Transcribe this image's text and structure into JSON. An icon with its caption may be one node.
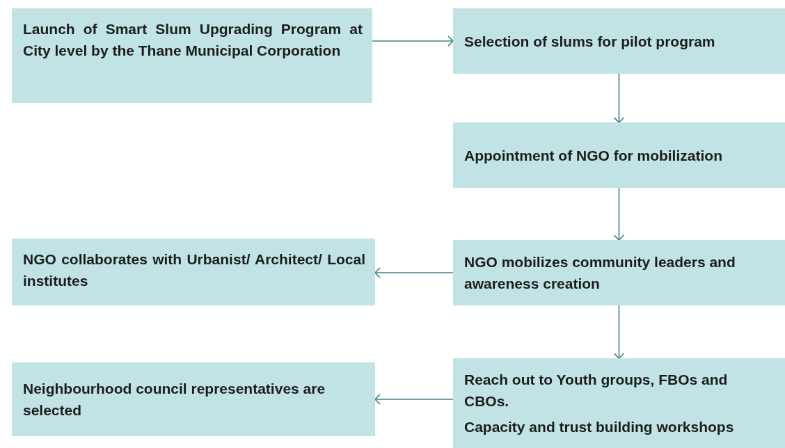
{
  "diagram": {
    "nodes": [
      {
        "text": [
          "Launch of Smart Slum Upgrading Program at City level by the Thane Municipal Corporation"
        ]
      },
      {
        "text": [
          "Selection of slums for pilot program"
        ]
      },
      {
        "text": [
          "Appointment of NGO for mobilization"
        ]
      },
      {
        "text": [
          "NGO mobilizes community leaders and awareness creation"
        ]
      },
      {
        "text": [
          "NGO collaborates with Urbanist/ Architect/ Local institutes"
        ]
      },
      {
        "text": [
          "Reach out to Youth groups, FBOs and CBOs.",
          "Capacity and trust building workshops"
        ]
      },
      {
        "text": [
          "Neighbourhood council representatives are selected"
        ]
      }
    ],
    "edges": [
      {
        "from": 0,
        "to": 1,
        "arrow": "to"
      },
      {
        "from": 1,
        "to": 2,
        "arrow": "to"
      },
      {
        "from": 2,
        "to": 3,
        "arrow": "to"
      },
      {
        "from": 3,
        "to": 4,
        "arrow": "to"
      },
      {
        "from": 3,
        "to": 5,
        "arrow": "to"
      },
      {
        "from": 5,
        "to": 6,
        "arrow": "to"
      }
    ]
  }
}
